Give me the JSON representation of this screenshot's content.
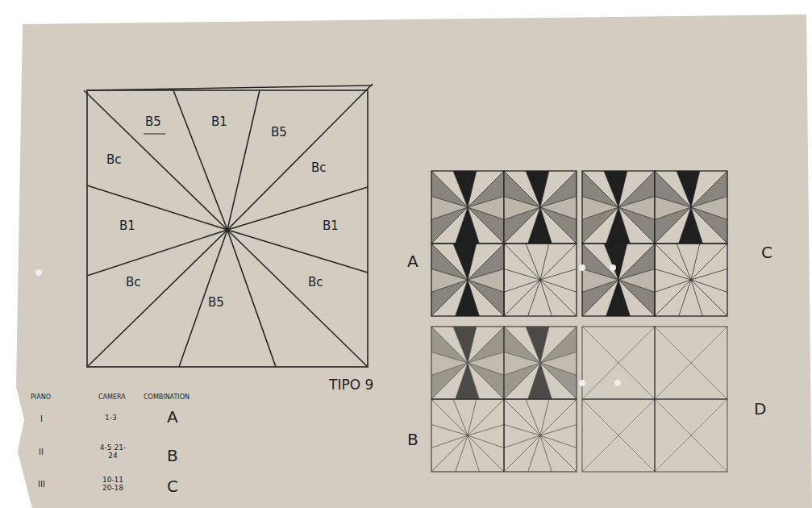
{
  "diagram": {
    "labels": [
      "B5",
      "B1",
      "B5",
      "Bc",
      "Bc",
      "B1",
      "B1",
      "Bc",
      "Bc",
      "B5",
      "TIPO 9",
      "PIANO",
      "CAMERA",
      "COMBINATION",
      "I",
      "1-3",
      "A",
      "II",
      "4-5 21-24",
      "B",
      "III",
      "10-11 20-18",
      "C",
      "A",
      "C",
      "B",
      "D"
    ]
  }
}
